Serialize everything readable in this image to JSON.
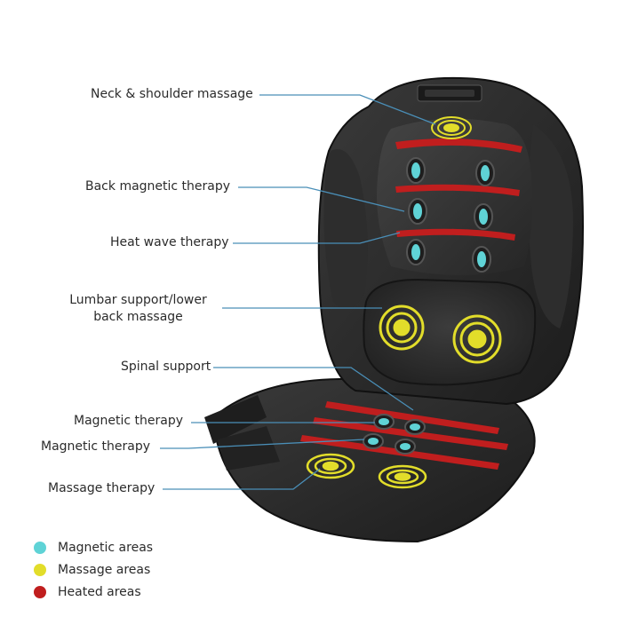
{
  "callouts": {
    "neck": "Neck & shoulder massage",
    "back_magnetic": "Back magnetic therapy",
    "heat_wave": "Heat wave therapy",
    "lumbar": "Lumbar support/lower back massage",
    "spinal": "Spinal support",
    "magnetic_1": "Magnetic therapy",
    "magnetic_2": "Magnetic therapy",
    "massage": "Massage therapy"
  },
  "legend": [
    {
      "label": "Magnetic areas",
      "color": "#5fd3d6"
    },
    {
      "label": "Massage areas",
      "color": "#e2dd2a"
    },
    {
      "label": "Heated areas",
      "color": "#c01e1e"
    }
  ],
  "colors": {
    "magnetic": "#5fd3d6",
    "massage": "#e2dd2a",
    "heated": "#c01e1e",
    "leader_line": "#4a8fb8",
    "cushion": "#2b2b2b"
  }
}
